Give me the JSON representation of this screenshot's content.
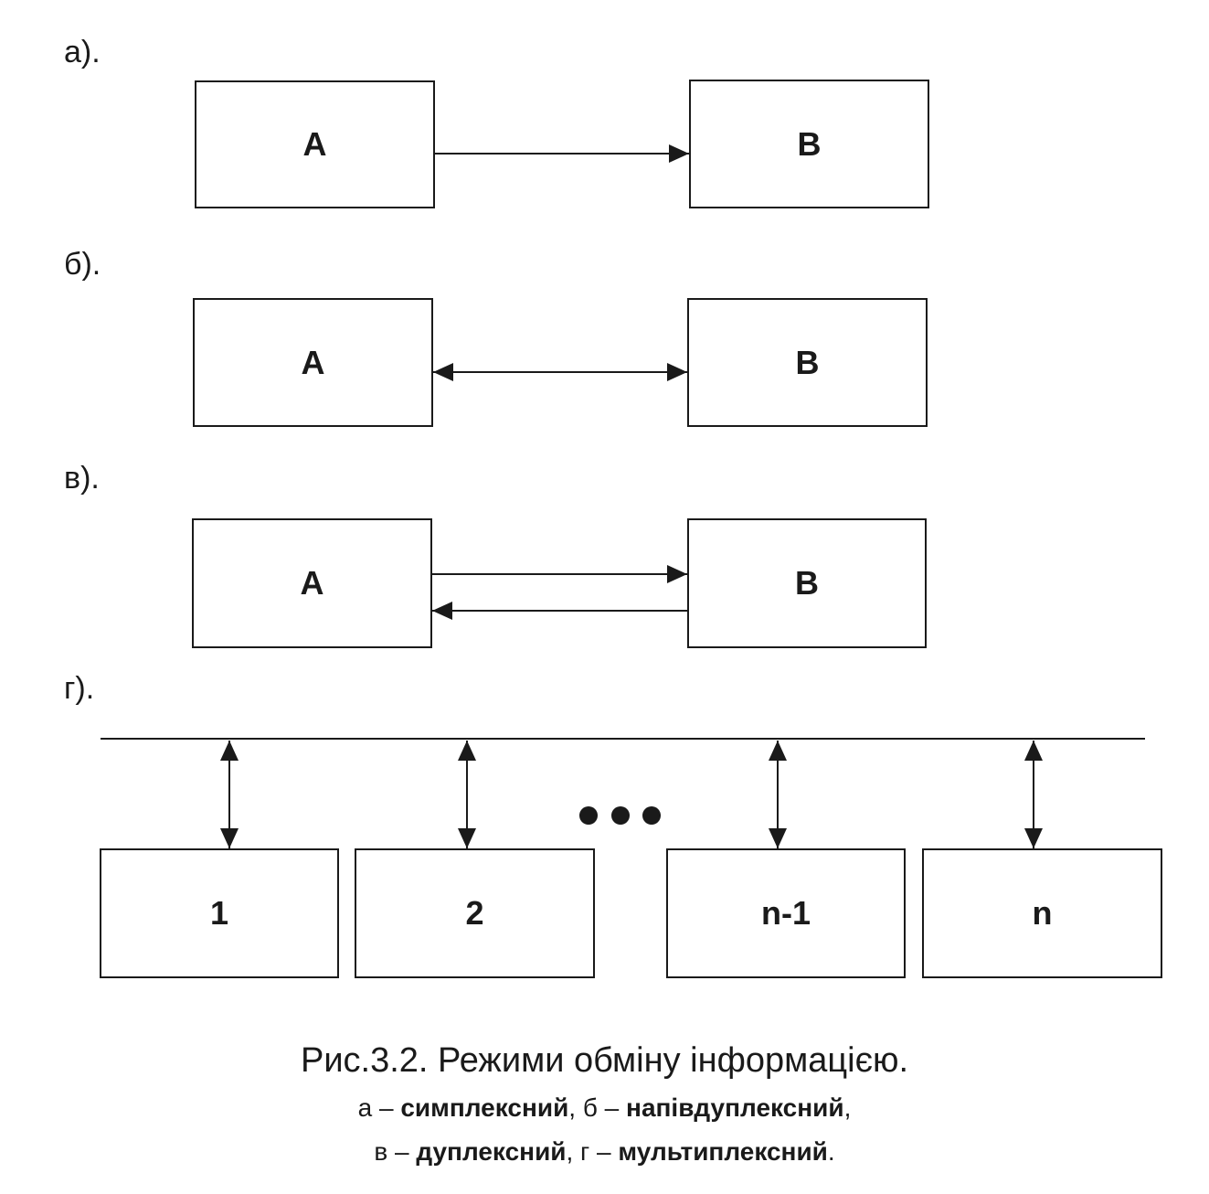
{
  "sections": {
    "a": {
      "label": "а).",
      "left_box": "A",
      "right_box": "B"
    },
    "b": {
      "label": "б).",
      "left_box": "A",
      "right_box": "B"
    },
    "v": {
      "label": "в).",
      "left_box": "A",
      "right_box": "B"
    },
    "g": {
      "label": "г).",
      "boxes": [
        "1",
        "2",
        "n-1",
        "n"
      ]
    }
  },
  "caption": {
    "title": "Рис.3.2. Режими обміну інформацією.",
    "line1_a": "а – ",
    "line1_a_mode": "симплексний",
    "line1_b": ", б – ",
    "line1_b_mode": "напівдуплексний",
    "line1_end": ",",
    "line2_v": "в – ",
    "line2_v_mode": "дуплексний",
    "line2_g": ", г – ",
    "line2_g_mode": "мультиплексний",
    "line2_end": "."
  }
}
